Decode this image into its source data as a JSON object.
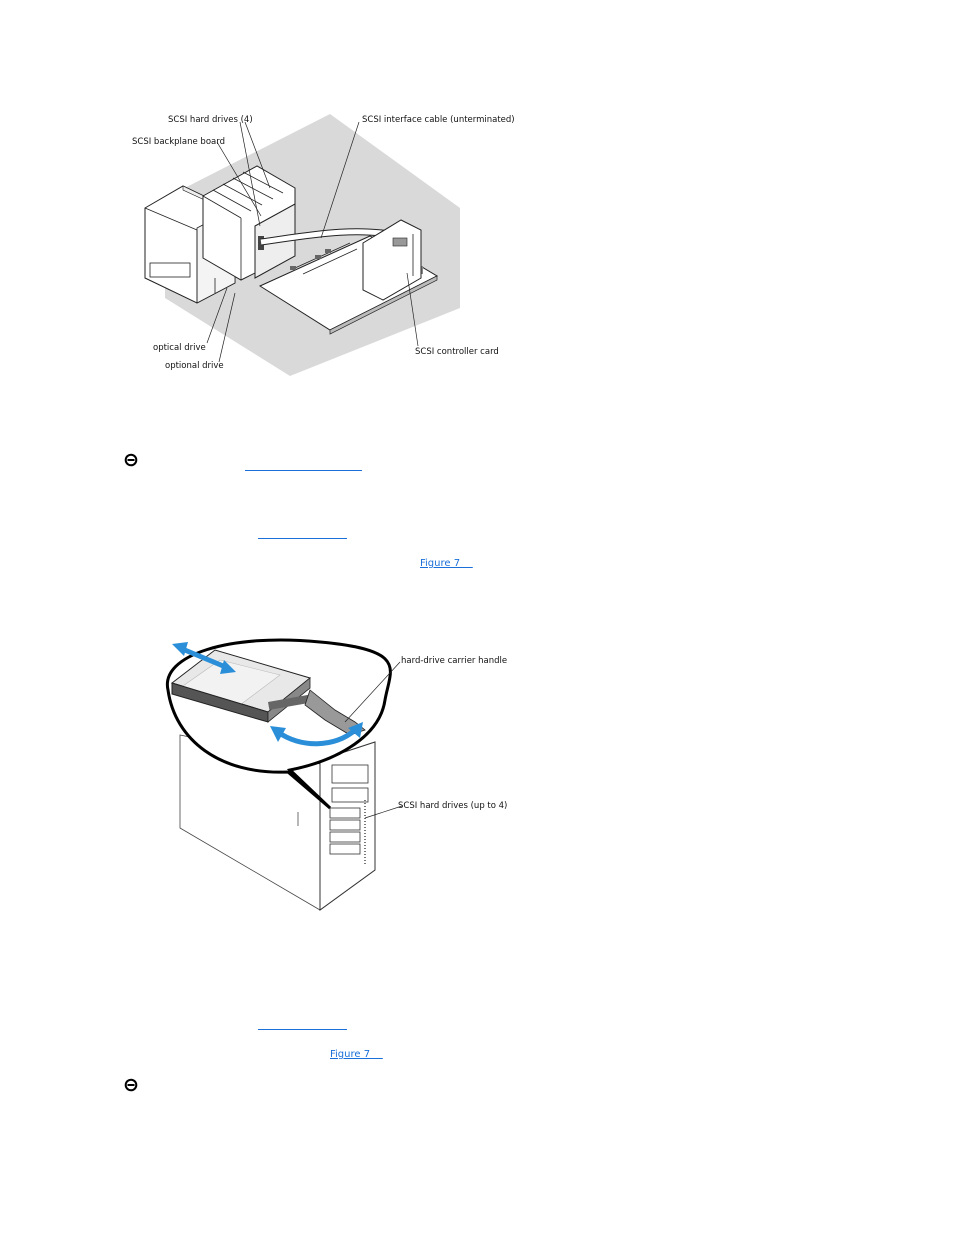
{
  "figure1": {
    "labels": {
      "hard_drives": "SCSI hard drives (4)",
      "backplane": "SCSI backplane board",
      "cable": "SCSI interface cable (unterminated)",
      "optical": "optical drive",
      "optional": "optional drive",
      "controller": "SCSI controller card"
    }
  },
  "figure2": {
    "labels": {
      "handle": "hard-drive carrier handle",
      "drives": "SCSI hard drives (up to 4)"
    }
  },
  "links": {
    "figure_ref_1": "Figure 7    ",
    "figure_ref_2": "Figure 7    "
  },
  "colors": {
    "link": "#1a6fd8",
    "arrow": "#2a8fd8",
    "gray_bg": "#d9d9d9"
  },
  "icons": {
    "notice": "notice-icon"
  }
}
